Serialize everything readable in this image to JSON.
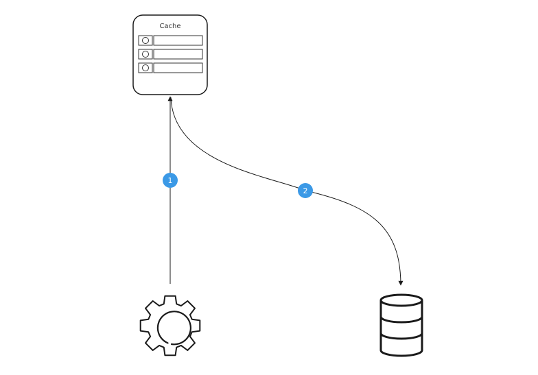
{
  "nodes": {
    "cache": {
      "title": "Cache",
      "rows": 3
    },
    "service": {
      "icon": "gear-icon"
    },
    "database": {
      "icon": "database-icon"
    }
  },
  "edges": [
    {
      "id": "edge-1",
      "from": "service",
      "to": "cache",
      "step": "1"
    },
    {
      "id": "edge-2",
      "from": "cache",
      "to": "database",
      "step": "2"
    }
  ],
  "colors": {
    "stroke": "#1a1a1a",
    "badge": "#3b99e6",
    "badge_text": "#ffffff",
    "node_fill": "#ffffff"
  }
}
